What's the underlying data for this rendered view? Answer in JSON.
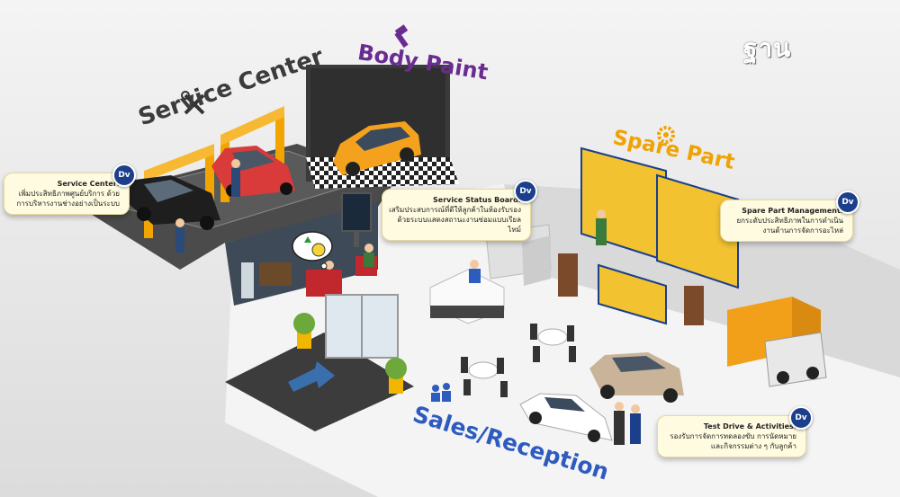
{
  "brand": {
    "name": "ฐาน"
  },
  "zones": {
    "service_center": "Service Center",
    "body_paint": "Body Paint",
    "spare_part": "Spare Part",
    "sales_reception": "Sales/Reception"
  },
  "badge": {
    "text": "Dv"
  },
  "callouts": [
    {
      "title": "Service Center:",
      "body": "เพิ่มประสิทธิภาพศูนย์บริการ ด้วยการบริหารงานช่างอย่างเป็นระบบ"
    },
    {
      "title": "Service Status Board:",
      "body": "เสริมประสบการณ์ที่ดีให้ลูกค้าในห้องรับรอง ด้วยระบบแสดงสถานะงานซ่อมแบบเรียลไทม์"
    },
    {
      "title": "Spare Part Management:",
      "body": "ยกระดับประสิทธิภาพในการดำเนินงานด้านการจัดการอะไหล่"
    },
    {
      "title": "Test Drive & Activities:",
      "body": "รองรับการจัดการทดลองขับ การนัดหมาย และกิจกรรมต่าง ๆ กับลูกค้า"
    }
  ],
  "colors": {
    "background": "#eeeeee",
    "floor_dark": "#4a4a4a",
    "floor_light": "#f2f2f2",
    "lift_orange": "#f2a500",
    "body_paint_purple": "#6a2c91",
    "spare_part_orange": "#f0a202",
    "sales_blue": "#2d5bbf",
    "badge_blue": "#1b3f8b",
    "callout_bg": "#fffbe0"
  }
}
